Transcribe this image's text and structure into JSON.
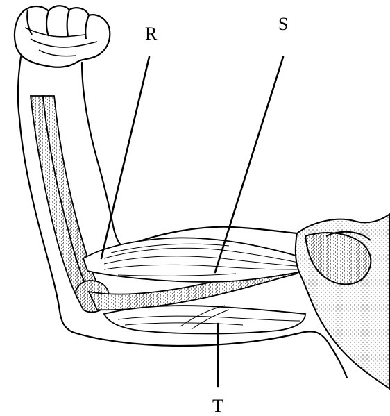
{
  "labels": {
    "r": "R",
    "s": "S",
    "t": "T"
  },
  "colors": {
    "outline": "#000000",
    "background": "#ffffff",
    "stipple": "#000000"
  }
}
